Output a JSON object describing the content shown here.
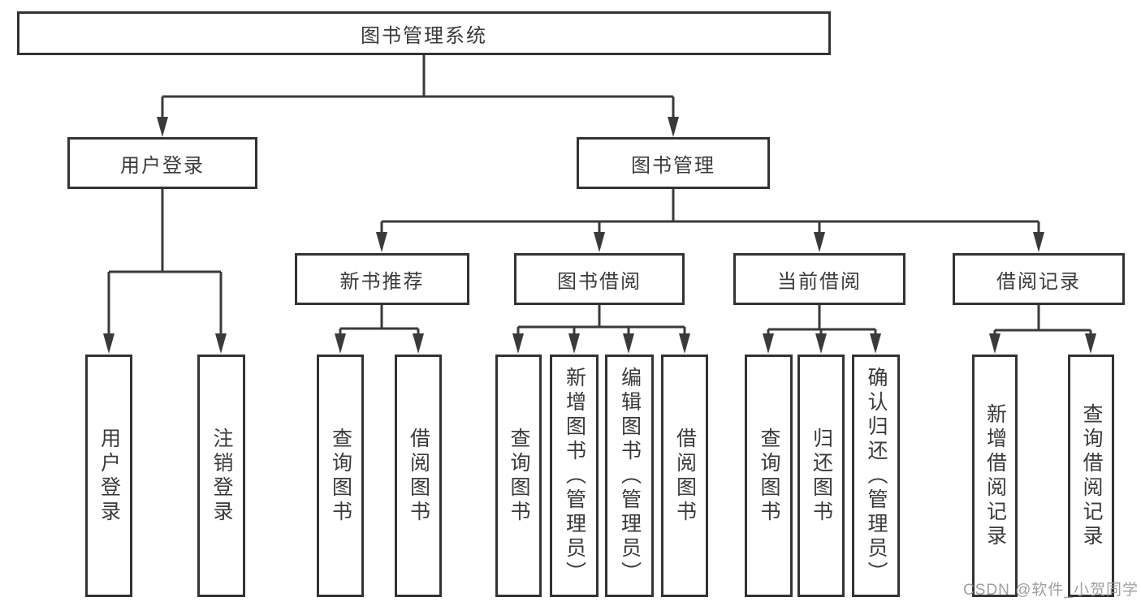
{
  "diagram": {
    "root": {
      "label": "图书管理系统"
    },
    "level2": [
      {
        "label": "用户登录"
      },
      {
        "label": "图书管理"
      }
    ],
    "level3": [
      {
        "label": "新书推荐"
      },
      {
        "label": "图书借阅"
      },
      {
        "label": "当前借阅"
      },
      {
        "label": "借阅记录"
      }
    ],
    "leaves": [
      {
        "label": "用户登录"
      },
      {
        "label": "注销登录"
      },
      {
        "label": "查询图书"
      },
      {
        "label": "借阅图书"
      },
      {
        "label": "查询图书"
      },
      {
        "label": "新增图书（管理员）"
      },
      {
        "label": "编辑图书（管理员）"
      },
      {
        "label": "借阅图书"
      },
      {
        "label": "查询图书"
      },
      {
        "label": "归还图书"
      },
      {
        "label": "确认归还（管理员）"
      },
      {
        "label": "新增借阅记录"
      },
      {
        "label": "查询借阅记录"
      }
    ]
  },
  "watermark": {
    "text": "CSDN @软件_小贺同学"
  },
  "colors": {
    "background": "#ffffff",
    "box_border": "#333333",
    "connector": "#3a3a3a",
    "text": "#3a3a3a",
    "watermark": "#979797"
  }
}
